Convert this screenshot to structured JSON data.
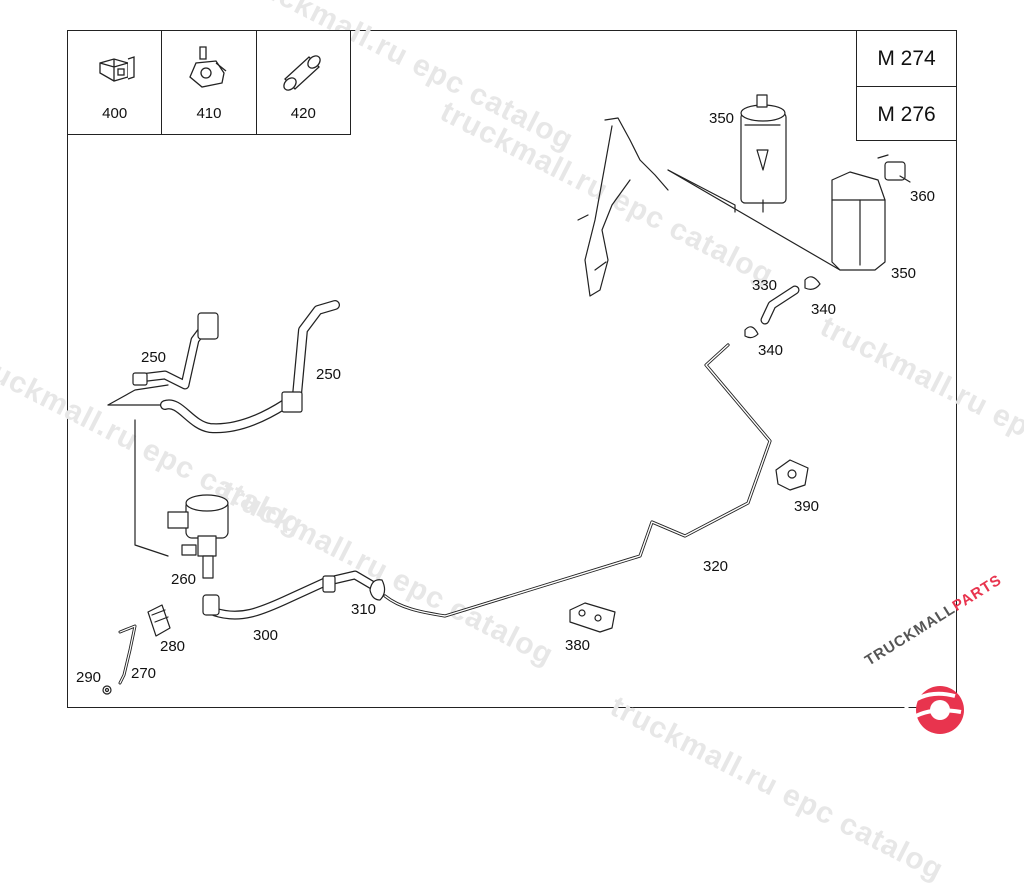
{
  "thumbnails": [
    {
      "part": "400",
      "icon": "clip-icon"
    },
    {
      "part": "410",
      "icon": "connector-icon"
    },
    {
      "part": "420",
      "icon": "hose-sleeve-icon"
    }
  ],
  "models": [
    "M 274",
    "M 276"
  ],
  "callouts": {
    "c350a": "350",
    "c350b": "350",
    "c360": "360",
    "c330": "330",
    "c340a": "340",
    "c340b": "340",
    "c250a": "250",
    "c250b": "250",
    "c260": "260",
    "c280": "280",
    "c270": "270",
    "c290": "290",
    "c300": "300",
    "c310": "310",
    "c320": "320",
    "c380": "380",
    "c390": "390"
  },
  "watermark": "truckmall.ru epc catalog",
  "logo": {
    "text_a": "TRUCKMALL",
    "text_b": "PARTS",
    "accent": "#e8344e"
  }
}
